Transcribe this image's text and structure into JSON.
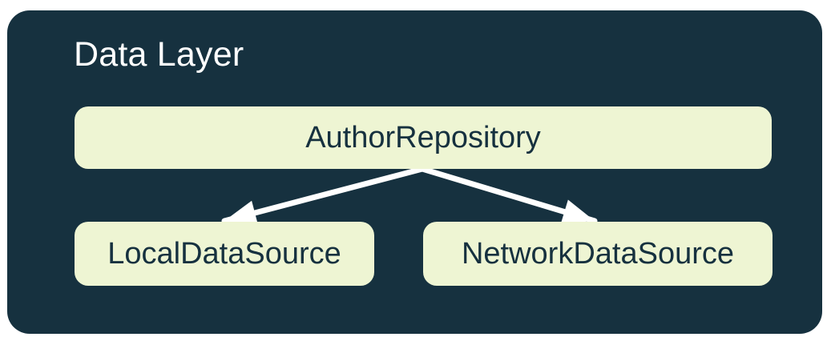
{
  "diagram": {
    "title": "Data Layer",
    "nodes": {
      "repository": {
        "label": "AuthorRepository"
      },
      "local": {
        "label": "LocalDataSource"
      },
      "network": {
        "label": "NetworkDataSource"
      }
    },
    "edges": [
      {
        "from": "AuthorRepository",
        "to": "LocalDataSource"
      },
      {
        "from": "AuthorRepository",
        "to": "NetworkDataSource"
      }
    ],
    "colors": {
      "page_bg": "#FFFFFF",
      "container_bg": "#16313F",
      "node_bg": "#EEF5D3",
      "node_text": "#16313F",
      "title_text": "#FFFFFF",
      "arrow": "#FFFFFF"
    }
  }
}
